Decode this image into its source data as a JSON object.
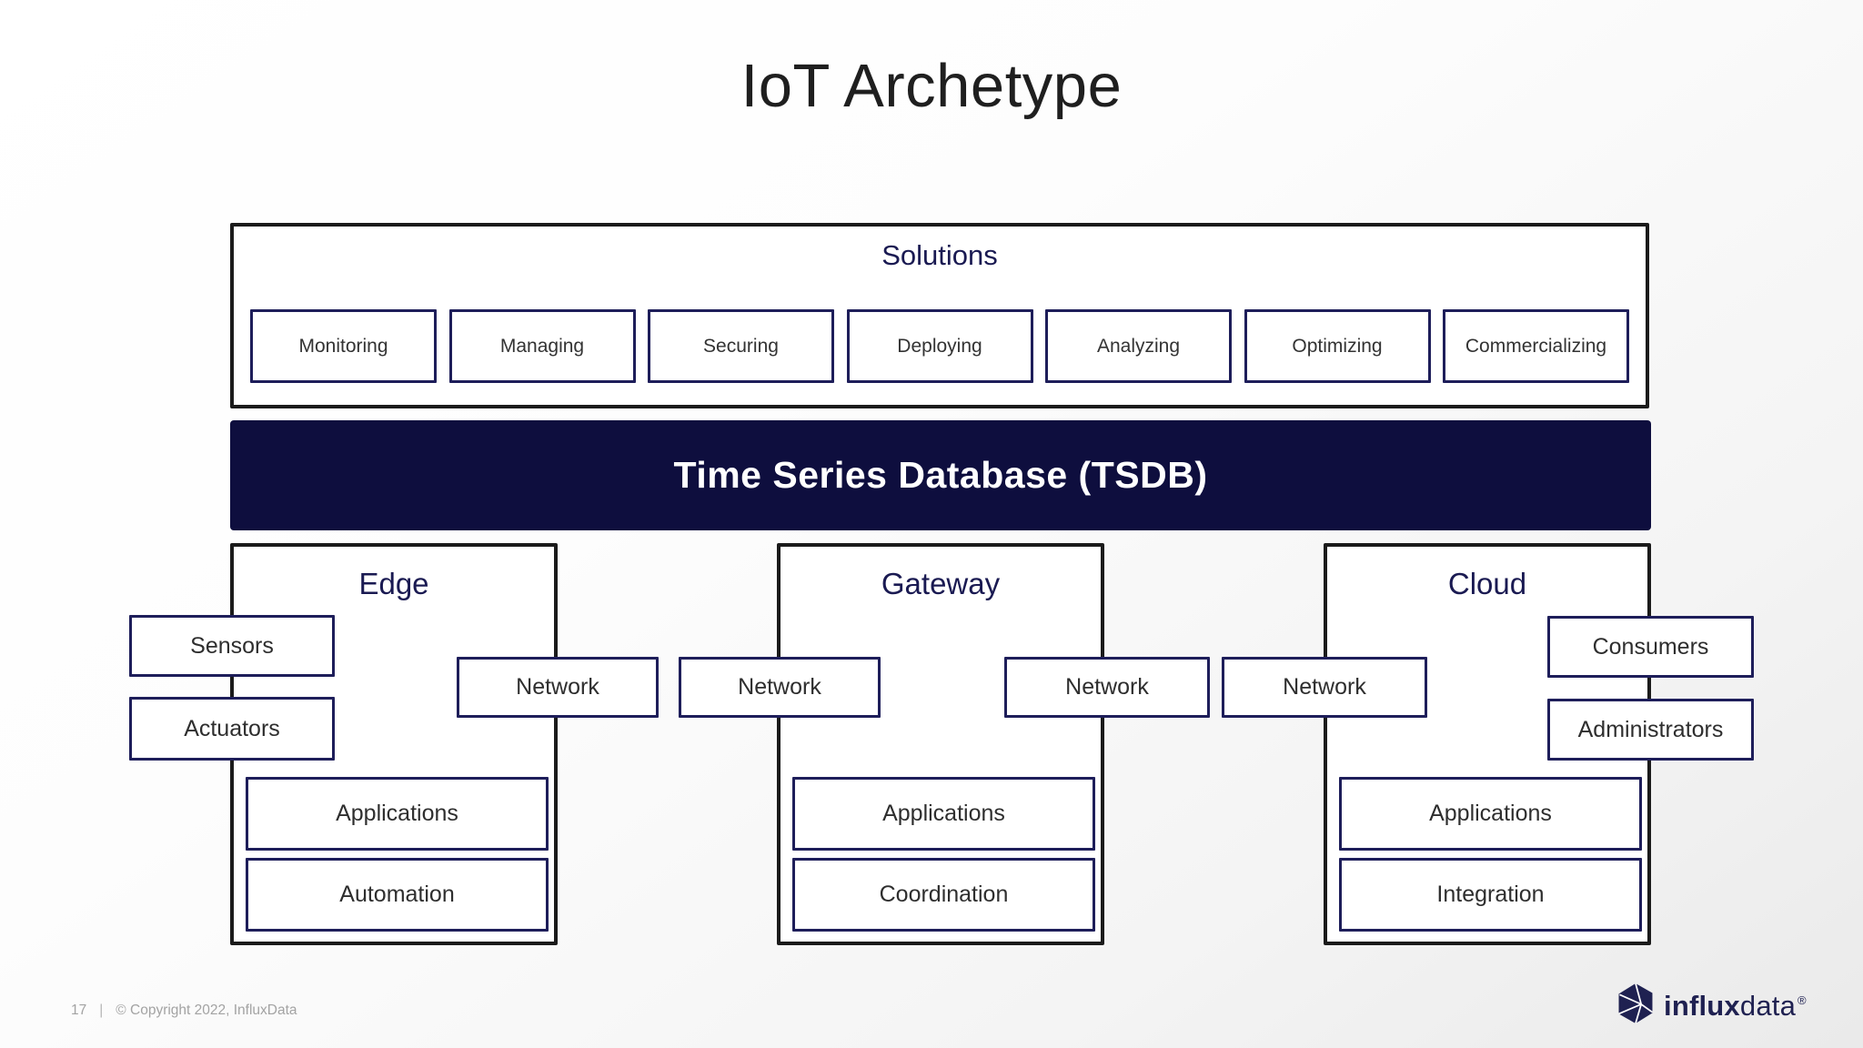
{
  "title": "IoT Archetype",
  "solutions": {
    "label": "Solutions",
    "items": [
      "Monitoring",
      "Managing",
      "Securing",
      "Deploying",
      "Analyzing",
      "Optimizing",
      "Commercializing"
    ]
  },
  "tsdb_label": "Time Series Database (TSDB)",
  "networks": [
    "Network",
    "Network",
    "Network",
    "Network"
  ],
  "edge": {
    "title": "Edge",
    "attached": [
      "Sensors",
      "Actuators"
    ],
    "stack": [
      "Applications",
      "Automation"
    ]
  },
  "gateway": {
    "title": "Gateway",
    "stack": [
      "Applications",
      "Coordination"
    ]
  },
  "cloud": {
    "title": "Cloud",
    "attached": [
      "Consumers",
      "Administrators"
    ],
    "stack": [
      "Applications",
      "Integration"
    ]
  },
  "footer": {
    "page": "17",
    "separator": "|",
    "copyright": "© Copyright 2022,  InfluxData"
  },
  "logo": {
    "bold": "influx",
    "regular": "data",
    "reg": "®"
  },
  "colors": {
    "navy_border": "#1e1e5a",
    "heading_navy": "#1a1a52",
    "tsdb_bg": "#0e0e3e",
    "outline_black": "#1b1b1b",
    "footer_gray": "#a3a3a3",
    "logo_navy": "#1f2151"
  }
}
